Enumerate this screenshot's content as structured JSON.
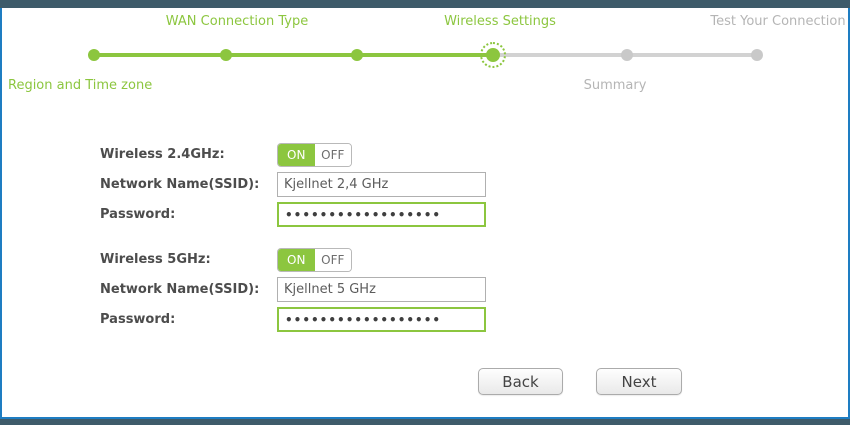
{
  "wizard": {
    "steps": [
      {
        "label": "Region and Time zone",
        "state": "done"
      },
      {
        "label": "WAN Connection Type",
        "state": "done"
      },
      {
        "label": "",
        "state": "done"
      },
      {
        "label": "Wireless Settings",
        "state": "active"
      },
      {
        "label": "Summary",
        "state": "upcoming"
      },
      {
        "label": "Test Your Connection",
        "state": "upcoming"
      }
    ]
  },
  "form": {
    "sections": [
      {
        "toggle_label": "Wireless 2.4GHz:",
        "toggle_on": "ON",
        "toggle_off": "OFF",
        "toggle_state": "on",
        "ssid_label": "Network Name(SSID):",
        "ssid_value": "Kjellnet 2,4 GHz",
        "password_label": "Password:",
        "password_value": "••••••••••••••••••"
      },
      {
        "toggle_label": "Wireless 5GHz:",
        "toggle_on": "ON",
        "toggle_off": "OFF",
        "toggle_state": "on",
        "ssid_label": "Network Name(SSID):",
        "ssid_value": "Kjellnet 5 GHz",
        "password_label": "Password:",
        "password_value": "••••••••••••••••••"
      }
    ],
    "back_label": "Back",
    "next_label": "Next"
  },
  "colors": {
    "brand_green": "#8cc63f",
    "frame_teal": "#3e5b6a",
    "frame_blue": "#1e7dc2",
    "inactive_gray": "#c9c9c9",
    "label_text": "#4c4c4c"
  }
}
